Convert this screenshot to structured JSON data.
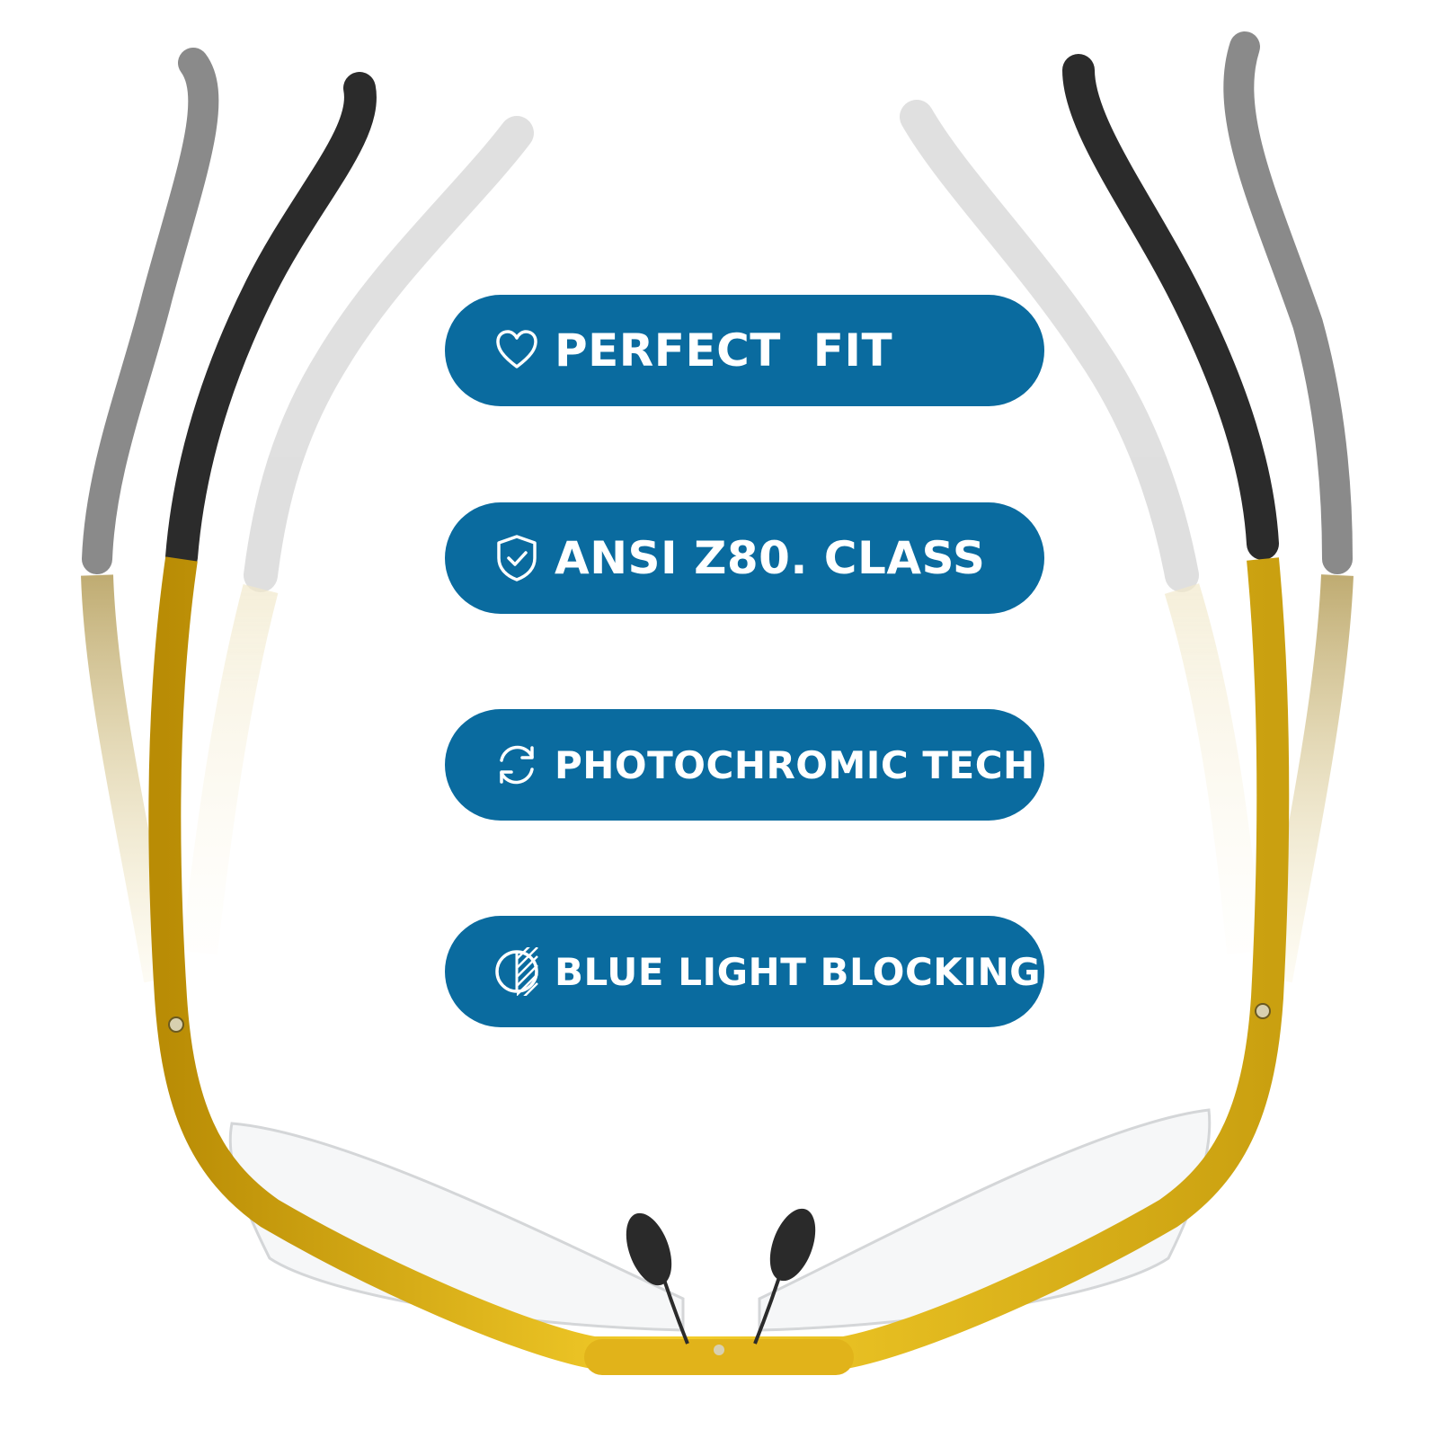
{
  "features": [
    {
      "label": "PERFECT  FIT",
      "icon": "heart-icon"
    },
    {
      "label": "ANSI Z80. CLASS",
      "icon": "shield-check-icon"
    },
    {
      "label": "PHOTOCHROMIC TECH",
      "icon": "refresh-cycle-icon"
    },
    {
      "label": "BLUE LIGHT BLOCKING",
      "icon": "half-shaded-circle-icon"
    }
  ],
  "colors": {
    "pill": "#0a6b9f",
    "frame_gold": "#e1b31a",
    "temple_black": "#2b2b2b",
    "temple_gray": "#8a8a8a"
  }
}
